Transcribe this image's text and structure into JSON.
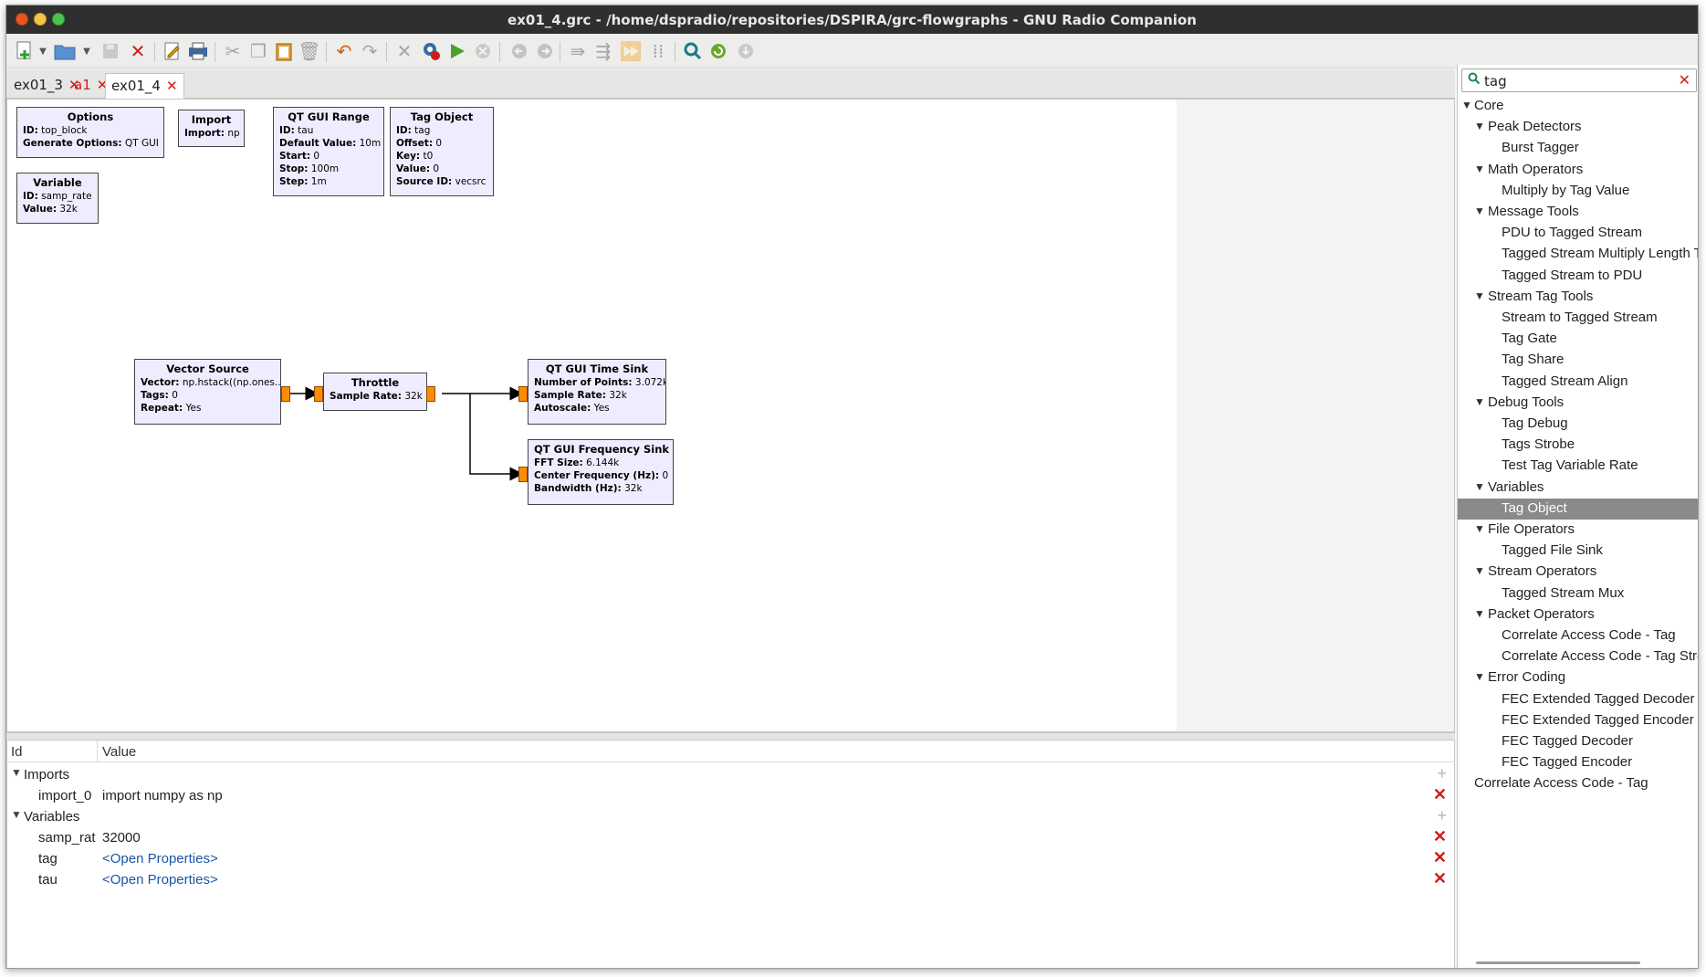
{
  "window": {
    "title": "ex01_4.grc - /home/dspradio/repositories/DSPIRA/grc-flowgraphs - GNU Radio Companion"
  },
  "toolbar": {
    "icons": [
      "new-icon",
      "open-icon",
      "save-icon",
      "close-icon",
      "properties-icon",
      "print-icon",
      "cut-icon",
      "copy-icon",
      "paste-icon",
      "delete-icon",
      "undo-icon",
      "redo-icon",
      "disable-icon",
      "generate-icon",
      "execute-icon",
      "kill-icon",
      "rotate-left-icon",
      "rotate-right-icon",
      "bypass-icon",
      "enable-icon",
      "forward-icon",
      "grid-icon",
      "find-icon",
      "reload-icon",
      "import-icon"
    ]
  },
  "tabs": [
    {
      "label": "ex01_3",
      "close": "✕",
      "active": false,
      "unsaved": false
    },
    {
      "label": "a1",
      "close": "✕",
      "active": false,
      "unsaved": true
    },
    {
      "label": "ex01_4",
      "close": "✕",
      "active": true,
      "unsaved": false
    }
  ],
  "blocks": {
    "options": {
      "name": "Options",
      "params": [
        {
          "k": "ID:",
          "v": "top_block"
        },
        {
          "k": "Generate Options:",
          "v": "QT GUI"
        }
      ]
    },
    "import": {
      "name": "Import",
      "params": [
        {
          "k": "Import:",
          "v": "np"
        }
      ]
    },
    "qt_gui_range": {
      "name": "QT GUI Range",
      "params": [
        {
          "k": "ID:",
          "v": "tau"
        },
        {
          "k": "Default Value:",
          "v": "10m"
        },
        {
          "k": "Start:",
          "v": "0"
        },
        {
          "k": "Stop:",
          "v": "100m"
        },
        {
          "k": "Step:",
          "v": "1m"
        }
      ]
    },
    "tag_object": {
      "name": "Tag Object",
      "params": [
        {
          "k": "ID:",
          "v": "tag"
        },
        {
          "k": "Offset:",
          "v": "0"
        },
        {
          "k": "Key:",
          "v": "t0"
        },
        {
          "k": "Value:",
          "v": "0"
        },
        {
          "k": "Source ID:",
          "v": "vecsrc"
        }
      ]
    },
    "variable": {
      "name": "Variable",
      "params": [
        {
          "k": "ID:",
          "v": "samp_rate"
        },
        {
          "k": "Value:",
          "v": "32k"
        }
      ]
    },
    "vector_source": {
      "name": "Vector Source",
      "params": [
        {
          "k": "Vector:",
          "v": "np.hstack((np.ones..."
        },
        {
          "k": "Tags:",
          "v": "0"
        },
        {
          "k": "Repeat:",
          "v": "Yes"
        }
      ]
    },
    "throttle": {
      "name": "Throttle",
      "params": [
        {
          "k": "Sample Rate:",
          "v": "32k"
        }
      ]
    },
    "time_sink": {
      "name": "QT GUI Time Sink",
      "params": [
        {
          "k": "Number of Points:",
          "v": "3.072k"
        },
        {
          "k": "Sample Rate:",
          "v": "32k"
        },
        {
          "k": "Autoscale:",
          "v": "Yes"
        }
      ]
    },
    "freq_sink": {
      "name": "QT GUI Frequency Sink",
      "params": [
        {
          "k": "FFT Size:",
          "v": "6.144k"
        },
        {
          "k": "Center Frequency (Hz):",
          "v": "0"
        },
        {
          "k": "Bandwidth (Hz):",
          "v": "32k"
        }
      ]
    }
  },
  "props": {
    "col_id": "Id",
    "col_value": "Value",
    "rows": [
      {
        "kind": "group",
        "id": "Imports",
        "value": "",
        "action": "+",
        "link": false
      },
      {
        "kind": "item",
        "id": "import_0",
        "value": "import numpy as np",
        "action": "✕",
        "link": false
      },
      {
        "kind": "group",
        "id": "Variables",
        "value": "",
        "action": "+",
        "link": false
      },
      {
        "kind": "item",
        "id": "samp_rat",
        "value": "32000",
        "action": "✕",
        "link": false
      },
      {
        "kind": "item",
        "id": "tag",
        "value": "<Open Properties>",
        "action": "✕",
        "link": true
      },
      {
        "kind": "item",
        "id": "tau",
        "value": "<Open Properties>",
        "action": "✕",
        "link": true
      }
    ]
  },
  "library": {
    "search_value": "tag",
    "search_icon": "search-icon",
    "clear": "✕",
    "tree": [
      {
        "label": "Core",
        "level": 0,
        "expanded": true,
        "selected": false
      },
      {
        "label": "Peak Detectors",
        "level": 1,
        "expanded": true,
        "selected": false
      },
      {
        "label": "Burst Tagger",
        "level": 2,
        "selected": false
      },
      {
        "label": "Math Operators",
        "level": 1,
        "expanded": true,
        "selected": false
      },
      {
        "label": "Multiply by Tag Value",
        "level": 2,
        "selected": false
      },
      {
        "label": "Message Tools",
        "level": 1,
        "expanded": true,
        "selected": false
      },
      {
        "label": "PDU to Tagged Stream",
        "level": 2,
        "selected": false
      },
      {
        "label": "Tagged Stream Multiply Length Tag",
        "level": 2,
        "selected": false
      },
      {
        "label": "Tagged Stream to PDU",
        "level": 2,
        "selected": false
      },
      {
        "label": "Stream Tag Tools",
        "level": 1,
        "expanded": true,
        "selected": false
      },
      {
        "label": "Stream to Tagged Stream",
        "level": 2,
        "selected": false
      },
      {
        "label": "Tag Gate",
        "level": 2,
        "selected": false
      },
      {
        "label": "Tag Share",
        "level": 2,
        "selected": false
      },
      {
        "label": "Tagged Stream Align",
        "level": 2,
        "selected": false
      },
      {
        "label": "Debug Tools",
        "level": 1,
        "expanded": true,
        "selected": false
      },
      {
        "label": "Tag Debug",
        "level": 2,
        "selected": false
      },
      {
        "label": "Tags Strobe",
        "level": 2,
        "selected": false
      },
      {
        "label": "Test Tag Variable Rate",
        "level": 2,
        "selected": false
      },
      {
        "label": "Variables",
        "level": 1,
        "expanded": true,
        "selected": false
      },
      {
        "label": "Tag Object",
        "level": 2,
        "selected": true
      },
      {
        "label": "File Operators",
        "level": 1,
        "expanded": true,
        "selected": false
      },
      {
        "label": "Tagged File Sink",
        "level": 2,
        "selected": false
      },
      {
        "label": "Stream Operators",
        "level": 1,
        "expanded": true,
        "selected": false
      },
      {
        "label": "Tagged Stream Mux",
        "level": 2,
        "selected": false
      },
      {
        "label": "Packet Operators",
        "level": 1,
        "expanded": true,
        "selected": false
      },
      {
        "label": "Correlate Access Code - Tag",
        "level": 2,
        "selected": false
      },
      {
        "label": "Correlate Access Code - Tag Stream",
        "level": 2,
        "selected": false
      },
      {
        "label": "Error Coding",
        "level": 1,
        "expanded": true,
        "selected": false
      },
      {
        "label": "FEC Extended Tagged Decoder",
        "level": 2,
        "selected": false
      },
      {
        "label": "FEC Extended Tagged Encoder",
        "level": 2,
        "selected": false
      },
      {
        "label": "FEC Tagged Decoder",
        "level": 2,
        "selected": false
      },
      {
        "label": "FEC Tagged Encoder",
        "level": 2,
        "selected": false
      },
      {
        "label": "Correlate Access Code - Tag",
        "level": 0,
        "selected": false
      }
    ]
  },
  "colors": {
    "titlebar": "#2f2f2f",
    "block_fill": "#f0ecff",
    "port": "#ff8c00",
    "delete_red": "#d11a1a",
    "link_blue": "#1c55a8",
    "selection": "#8a8a8a"
  }
}
